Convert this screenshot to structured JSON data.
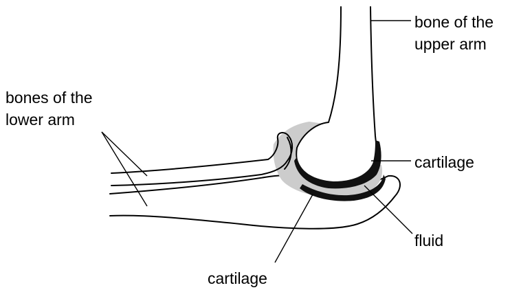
{
  "labels": {
    "upper_arm_line1": "bone of the",
    "upper_arm_line2": "upper arm",
    "lower_arm_line1": "bones of the",
    "lower_arm_line2": "lower arm",
    "cartilage_right": "cartilage",
    "fluid": "fluid",
    "cartilage_bottom": "cartilage"
  },
  "colors": {
    "outline": "#000000",
    "cartilage": "#111111",
    "fluid": "#cccccc",
    "background": "#ffffff"
  }
}
